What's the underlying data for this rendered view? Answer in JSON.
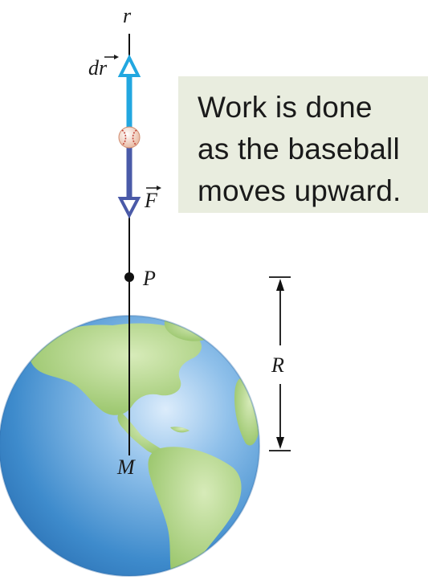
{
  "diagram": {
    "axis_label": "r",
    "displacement_label": "dr",
    "force_label": "F",
    "point_label": "P",
    "center_label": "M",
    "radius_label": "R",
    "object_icon": "baseball-icon",
    "planet_icon": "earth-globe"
  },
  "callout": {
    "lines": [
      "Work is done",
      "as the baseball",
      "moves upward."
    ]
  },
  "colors": {
    "displacement_arrow": "#22a7e0",
    "force_arrow": "#4a5aa8",
    "callout_bg": "#e9eddf",
    "ocean": "#3f8fcf",
    "land": "#a9cf7c"
  }
}
